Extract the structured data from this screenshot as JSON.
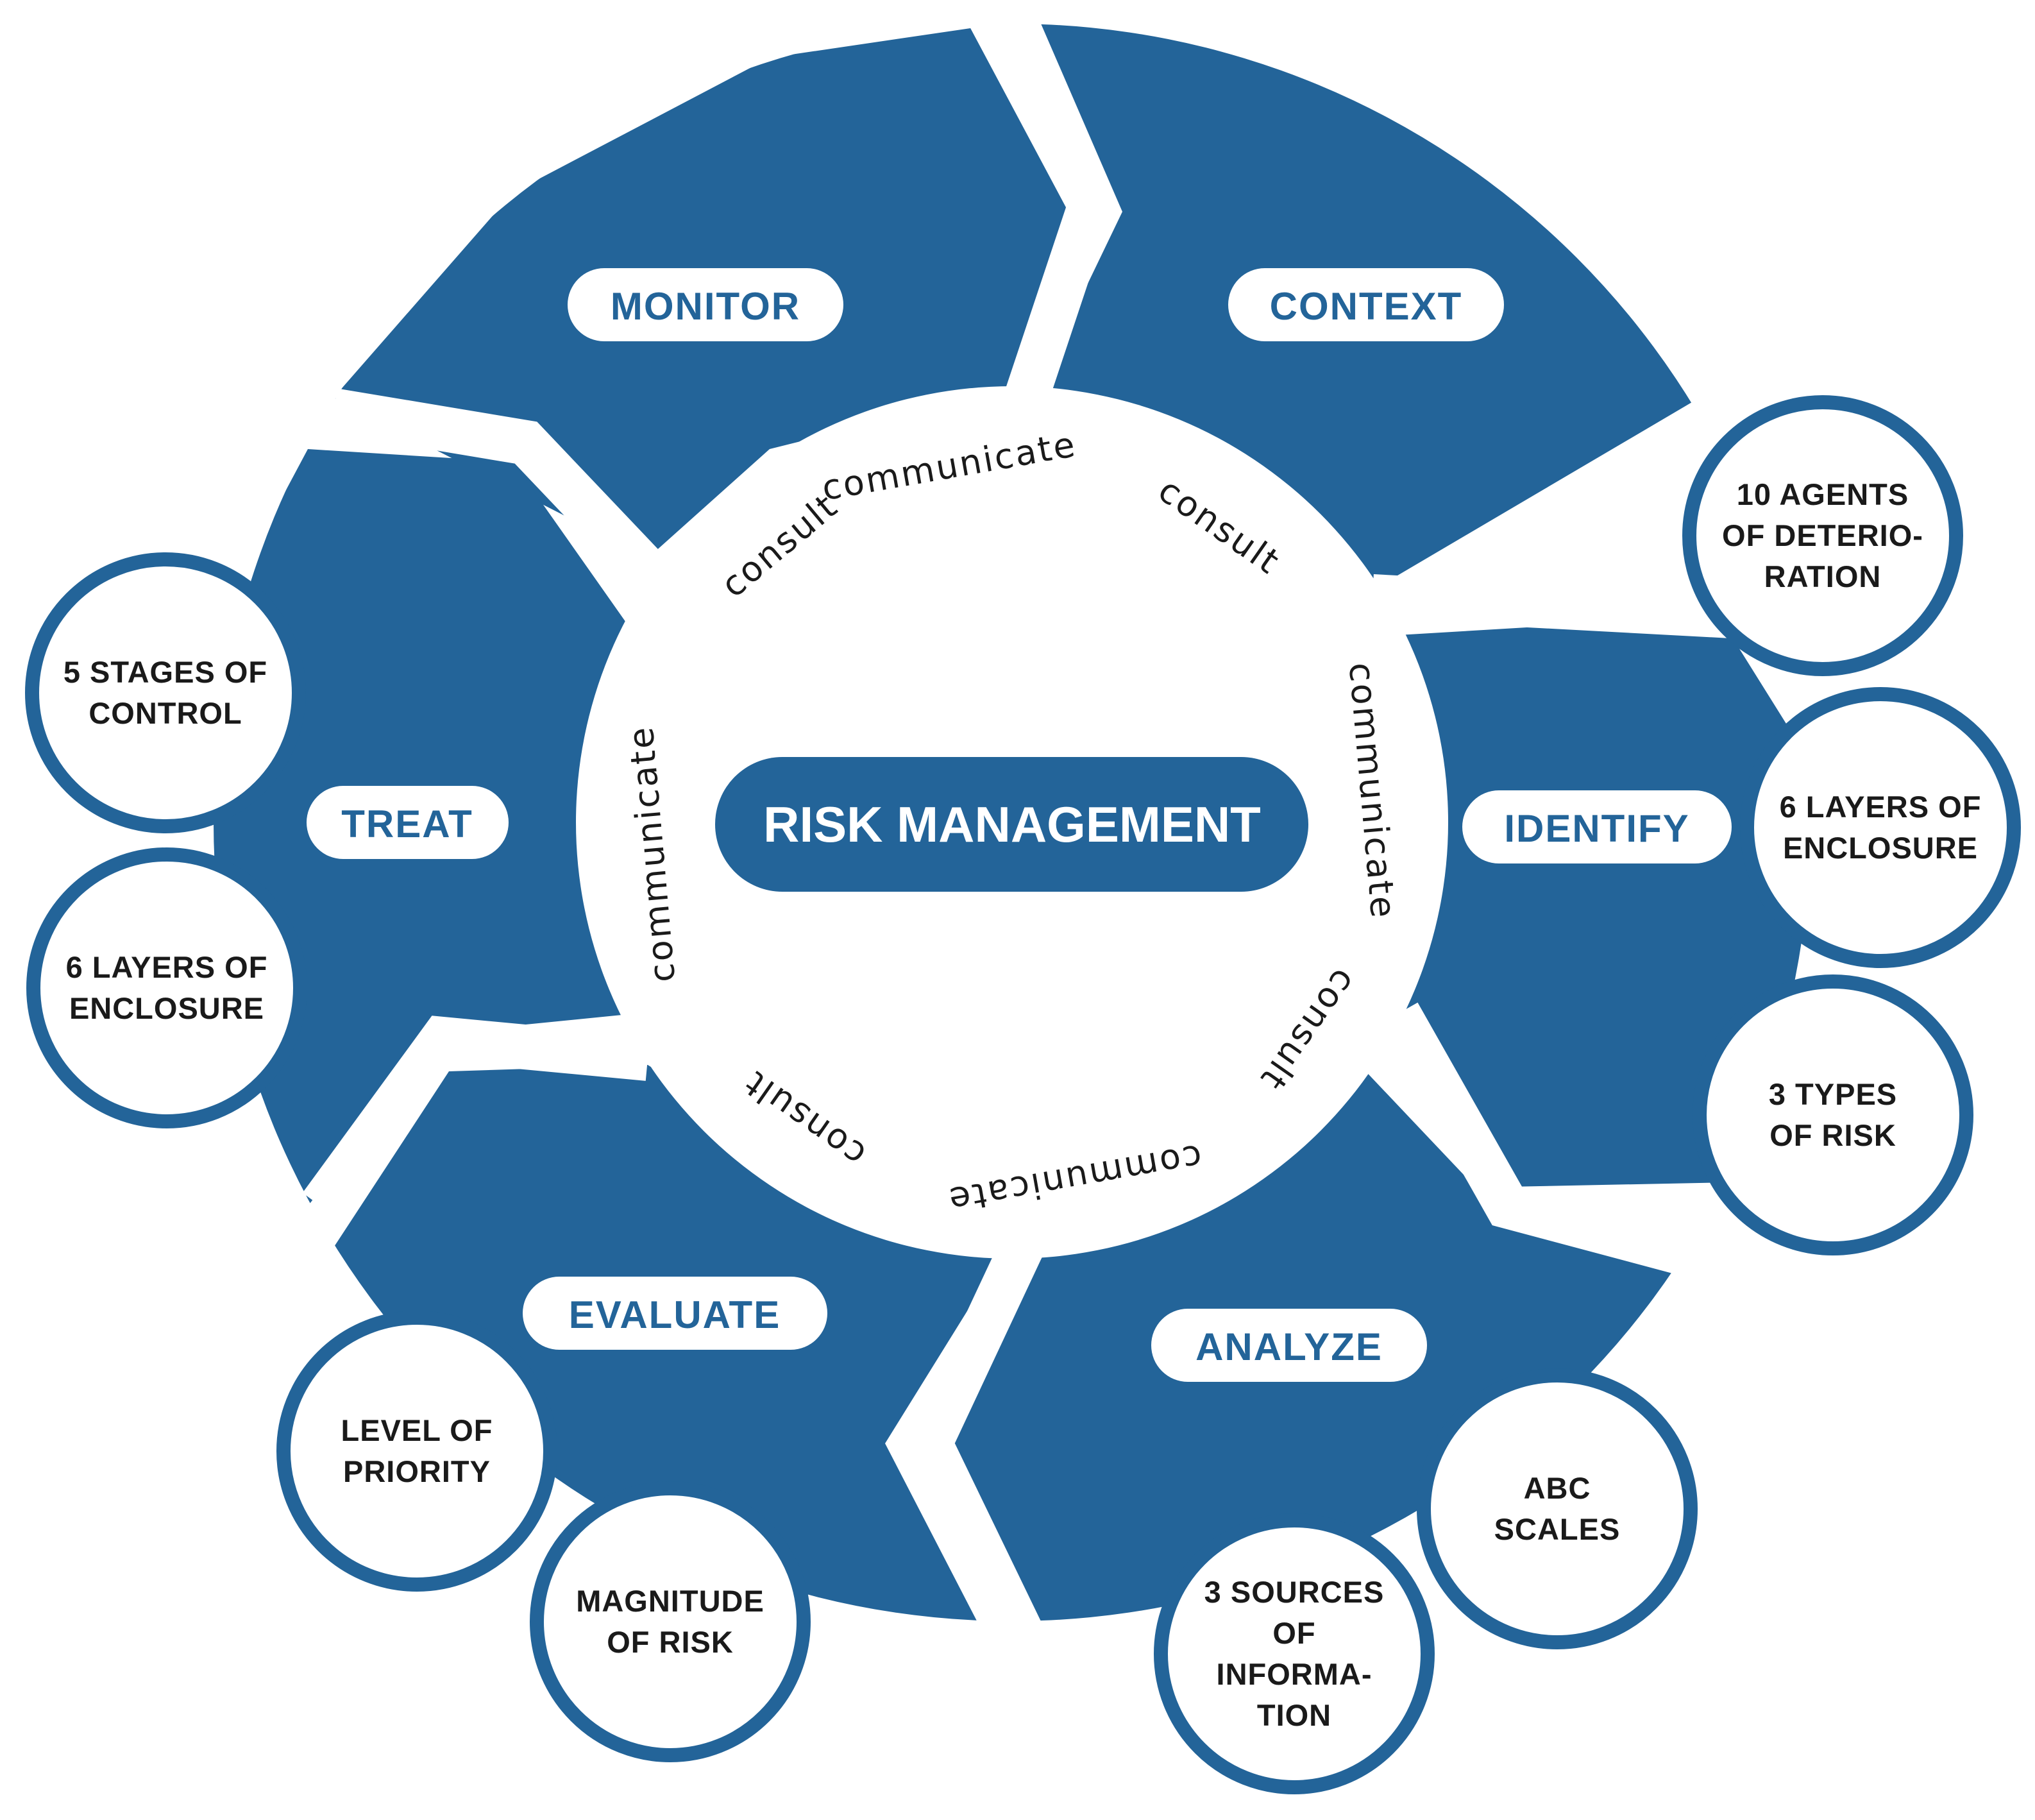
{
  "center": {
    "label": "RISK MANAGEMENT"
  },
  "stages": {
    "monitor": "MONITOR",
    "context": "CONTEXT",
    "identify": "IDENTIFY",
    "analyze": "ANALYZE",
    "evaluate": "EVALUATE",
    "treat": "TREAT"
  },
  "ring_words": [
    "communicate",
    "consult",
    "communicate",
    "consult",
    "communicate",
    "consult",
    "communicate",
    "consult"
  ],
  "bubbles": {
    "agents_of_deterioration": [
      "10 AGENTS",
      "OF DETERIO-",
      "RATION"
    ],
    "identify_layers_of_enclosure": [
      "6 LAYERS OF",
      "ENCLOSURE"
    ],
    "types_of_risk": [
      "3 TYPES",
      "OF RISK"
    ],
    "abc_scales": [
      "ABC",
      "SCALES"
    ],
    "sources_of_information": [
      "3 SOURCES",
      "OF",
      "INFORMA-",
      "TION"
    ],
    "magnitude_of_risk": [
      "MAGNITUDE",
      "OF RISK"
    ],
    "level_of_priority": [
      "LEVEL OF",
      "PRIORITY"
    ],
    "treat_layers_of_enclosure": [
      "6 LAYERS OF",
      "ENCLOSURE"
    ],
    "stages_of_control": [
      "5 STAGES OF",
      "CONTROL"
    ]
  },
  "colors": {
    "segment": "#236499",
    "background": "#ffffff",
    "text_dark": "#1a1a1a"
  }
}
